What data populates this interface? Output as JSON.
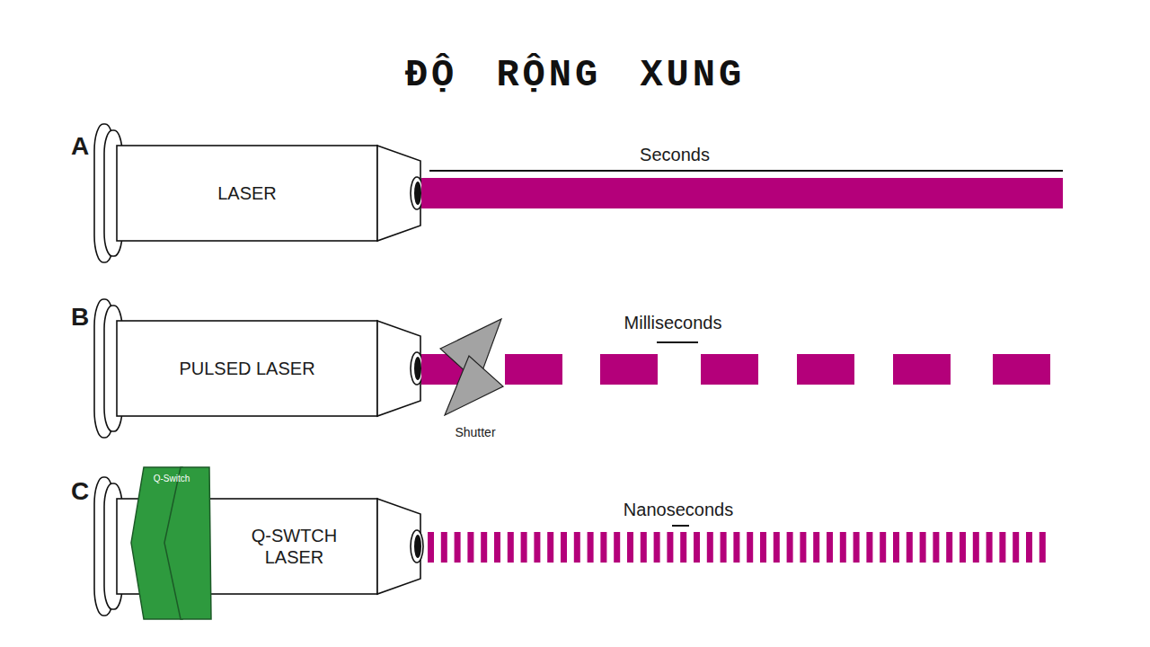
{
  "diagram": {
    "title": "ĐỘ RỘNG XUNG",
    "nodes": [
      {
        "text": [
          "LASER"
        ]
      },
      {
        "text": [
          "PULSED LASER"
        ]
      },
      {
        "text": [
          "Q-Switch"
        ]
      },
      {
        "text": [
          "Q-SWTCH LASER"
        ]
      }
    ],
    "labels": [
      "A",
      "Seconds",
      "B",
      "Milliseconds",
      "Shutter",
      "C",
      "Nanoseconds"
    ]
  }
}
